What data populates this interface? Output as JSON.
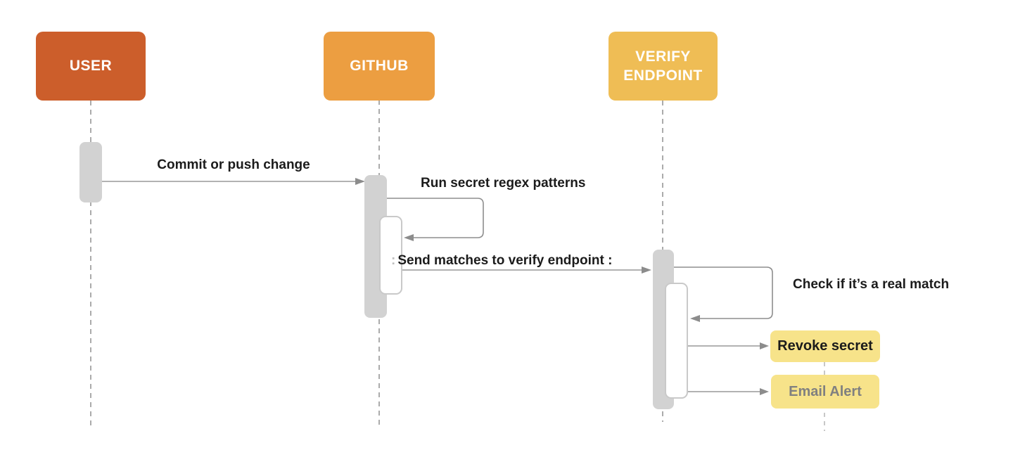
{
  "diagram": {
    "type": "sequence-diagram",
    "background": "#ffffff",
    "actors": [
      {
        "id": "user",
        "label": "USER",
        "color": "#cc5e2b",
        "text_color": "#ffffff"
      },
      {
        "id": "github",
        "label": "GITHUB",
        "color": "#ec9e41",
        "text_color": "#ffffff"
      },
      {
        "id": "verify-endpoint",
        "label": "VERIFY ENDPOINT",
        "color": "#efbd55",
        "text_color": "#ffffff"
      }
    ],
    "messages": [
      {
        "from": "user",
        "to": "github",
        "label": "Commit or push change",
        "self": false
      },
      {
        "from": "github",
        "to": "github",
        "label": "Run secret regex patterns",
        "self": true
      },
      {
        "from": "github",
        "to": "verify-endpoint",
        "label_prefix": ":",
        "label": "Send matches to verify endpoint :",
        "self": false
      },
      {
        "from": "verify-endpoint",
        "to": "verify-endpoint",
        "label": "Check if it’s a real match",
        "self": true
      },
      {
        "from": "verify-endpoint",
        "to": "revoke-secret",
        "label": "",
        "self": false
      },
      {
        "from": "verify-endpoint",
        "to": "email-alert",
        "label": "",
        "self": false
      }
    ],
    "notes": [
      {
        "id": "revoke-secret",
        "label": "Revoke secret",
        "color": "#f7e38a",
        "text_color": "#1b1b1b"
      },
      {
        "id": "email-alert",
        "label": "Email Alert",
        "color": "#f7e38a",
        "text_color": "#808080"
      }
    ],
    "styles": {
      "activation_bar_color": "#d2d2d2",
      "nested_activation_border_color": "#c9c9c9",
      "arrow_line_color": "#999999",
      "arrowhead_color": "#8c8c8c",
      "lifeline_color": "#ababab",
      "message_text_color": "#1b1b1b"
    }
  }
}
